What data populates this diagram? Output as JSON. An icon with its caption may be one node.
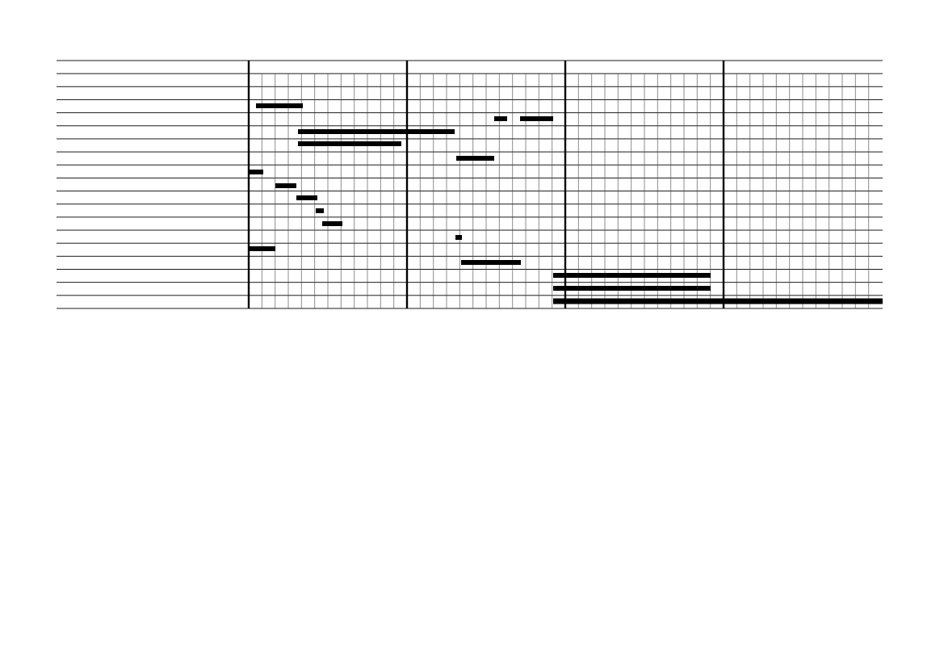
{
  "diagram": {
    "nodes": [
      {
        "text": [],
        "shape": "bar"
      },
      {
        "text": [],
        "shape": "bar"
      },
      {
        "text": [],
        "shape": "bar"
      },
      {
        "text": [],
        "shape": "bar"
      },
      {
        "text": [],
        "shape": "bar"
      },
      {
        "text": [],
        "shape": "bar"
      },
      {
        "text": [],
        "shape": "bar"
      },
      {
        "text": [],
        "shape": "bar"
      },
      {
        "text": [],
        "shape": "bar"
      },
      {
        "text": [],
        "shape": "bar"
      },
      {
        "text": [],
        "shape": "bar"
      },
      {
        "text": [],
        "shape": "bar"
      },
      {
        "text": [],
        "shape": "bar"
      },
      {
        "text": [],
        "shape": "bar"
      },
      {
        "text": [],
        "shape": "bar"
      },
      {
        "text": [],
        "shape": "bar"
      },
      {
        "text": [],
        "shape": "bar"
      }
    ]
  }
}
